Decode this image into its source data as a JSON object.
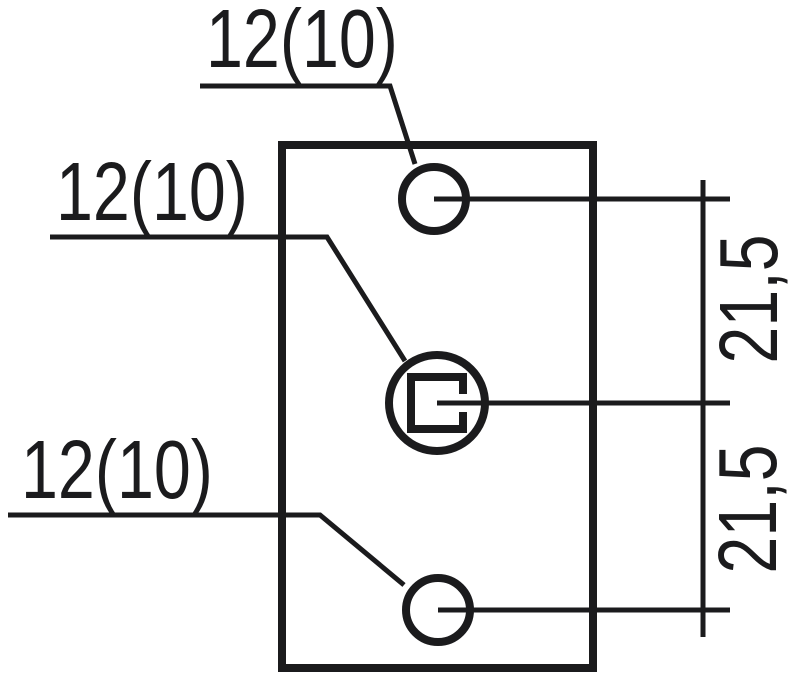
{
  "labels": {
    "hole_top": "12(10)",
    "hole_middle": "12(10)",
    "hole_bottom": "12(10)"
  },
  "dimensions": {
    "upper_spacing": "21,5",
    "lower_spacing": "21,5"
  },
  "colors": {
    "line": "#1b1b1d",
    "background": "#ffffff"
  }
}
